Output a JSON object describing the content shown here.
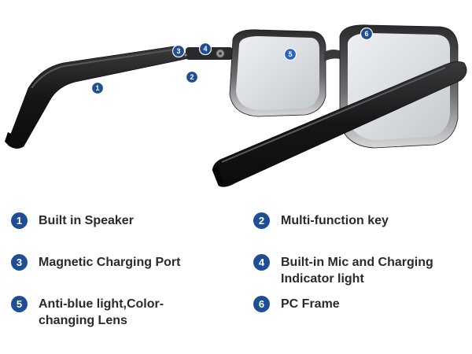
{
  "colors": {
    "badge": "#1f4e95",
    "badge_light": "#2b64c4",
    "text": "#2a2a2a",
    "frame": "#1c1c1e",
    "frame_highlight": "#4a4a4e",
    "lens_tint": "#d9dde2"
  },
  "markers": [
    {
      "num": "1"
    },
    {
      "num": "2"
    },
    {
      "num": "3"
    },
    {
      "num": "4"
    },
    {
      "num": "5"
    },
    {
      "num": "6"
    }
  ],
  "legend": [
    {
      "num": "1",
      "lines": [
        "Built in Speaker"
      ]
    },
    {
      "num": "2",
      "lines": [
        "Multi-function key"
      ]
    },
    {
      "num": "3",
      "lines": [
        "Magnetic Charging Port"
      ]
    },
    {
      "num": "4",
      "lines": [
        "Built-in Mic and Charging",
        "Indicator light"
      ]
    },
    {
      "num": "5",
      "lines": [
        "Anti-blue light,Color-",
        "changing Lens"
      ]
    },
    {
      "num": "6",
      "lines": [
        "PC Frame"
      ]
    }
  ]
}
